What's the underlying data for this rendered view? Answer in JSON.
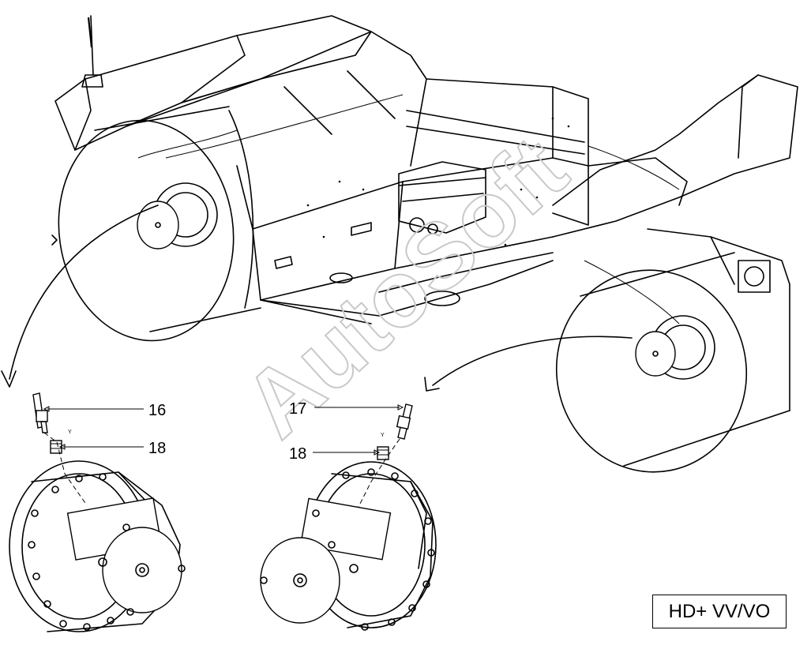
{
  "callouts": {
    "c16": "16",
    "c17": "17",
    "c18a": "18",
    "c18b": "18"
  },
  "small_marks": {
    "mark_left": "Y",
    "mark_right": "Y"
  },
  "watermark": "AutoSoft",
  "variant_label": "HD+ VV/VO"
}
